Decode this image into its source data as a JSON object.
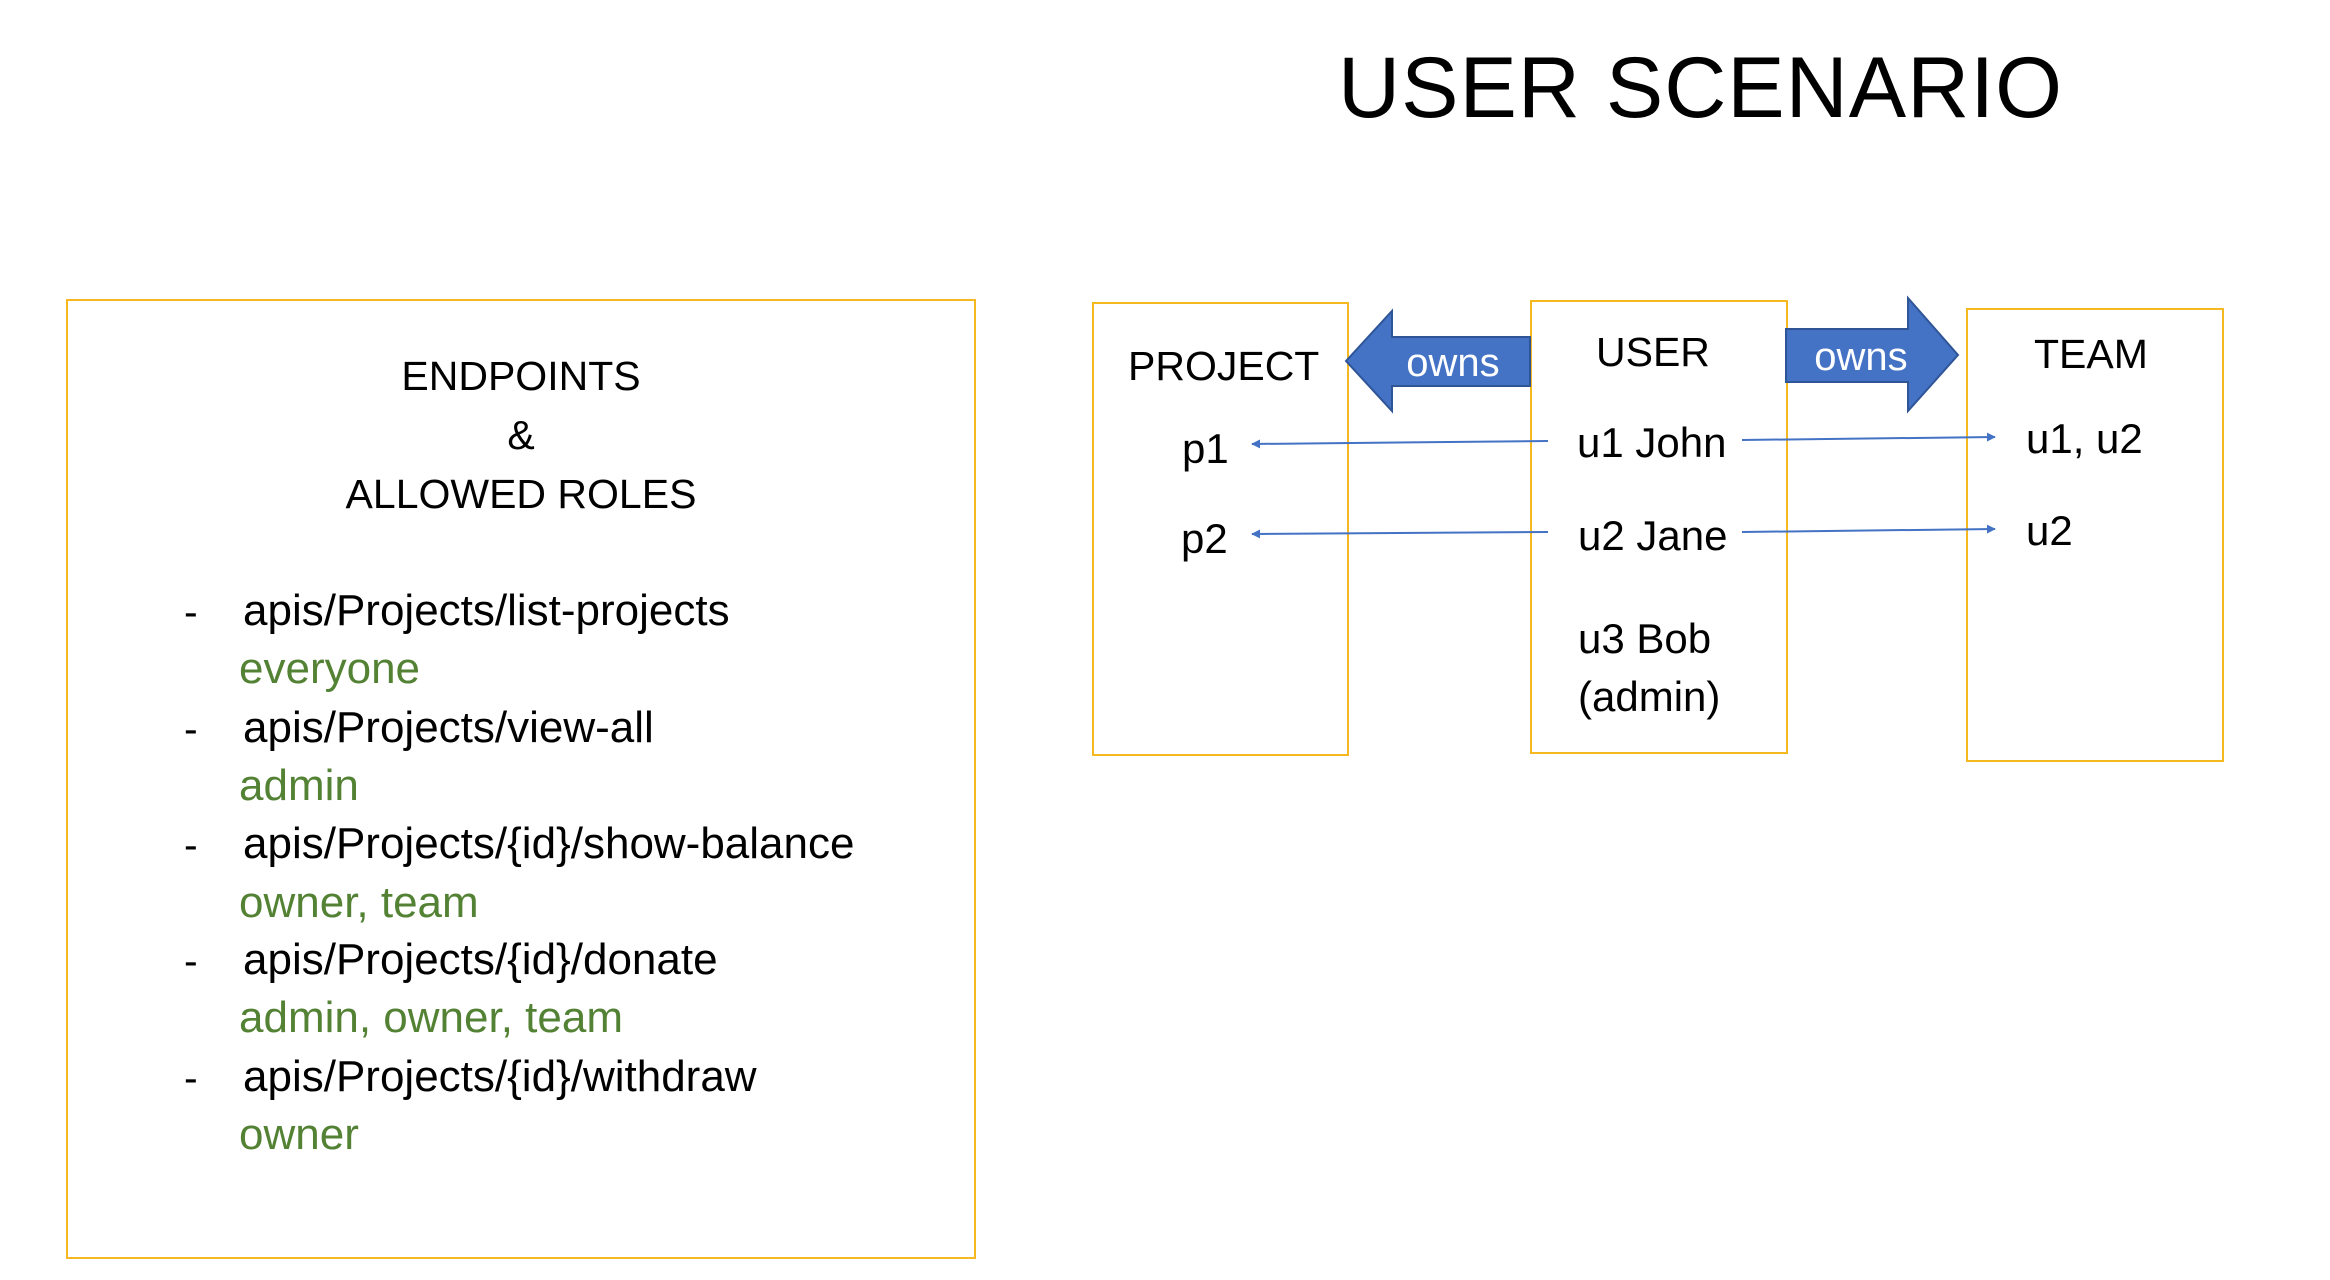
{
  "title": "USER SCENARIO",
  "endpoints_panel": {
    "header_lines": [
      "ENDPOINTS",
      "&",
      "ALLOWED ROLES"
    ],
    "bullet": "-",
    "endpoints": [
      {
        "path": "apis/Projects/list-projects",
        "roles": "everyone"
      },
      {
        "path": "apis/Projects/view-all",
        "roles": "admin"
      },
      {
        "path": "apis/Projects/{id}/show-balance",
        "roles": "owner, team"
      },
      {
        "path": "apis/Projects/{id}/donate",
        "roles": "admin, owner, team"
      },
      {
        "path": "apis/Projects/{id}/withdraw",
        "roles": "owner"
      }
    ]
  },
  "project_box": {
    "title": "PROJECT",
    "items": [
      "p1",
      "p2"
    ]
  },
  "user_box": {
    "title": "USER",
    "items": [
      "u1 John",
      "u2 Jane",
      "u3 Bob",
      "(admin)"
    ]
  },
  "team_box": {
    "title": "TEAM",
    "items": [
      "u1, u2",
      "u2"
    ]
  },
  "arrows": {
    "left_label": "owns",
    "right_label": "owns"
  },
  "colors": {
    "box_border": "#f5b820",
    "role_text": "#548235",
    "block_arrow_fill": "#4472c4",
    "connector": "#4472c4"
  }
}
